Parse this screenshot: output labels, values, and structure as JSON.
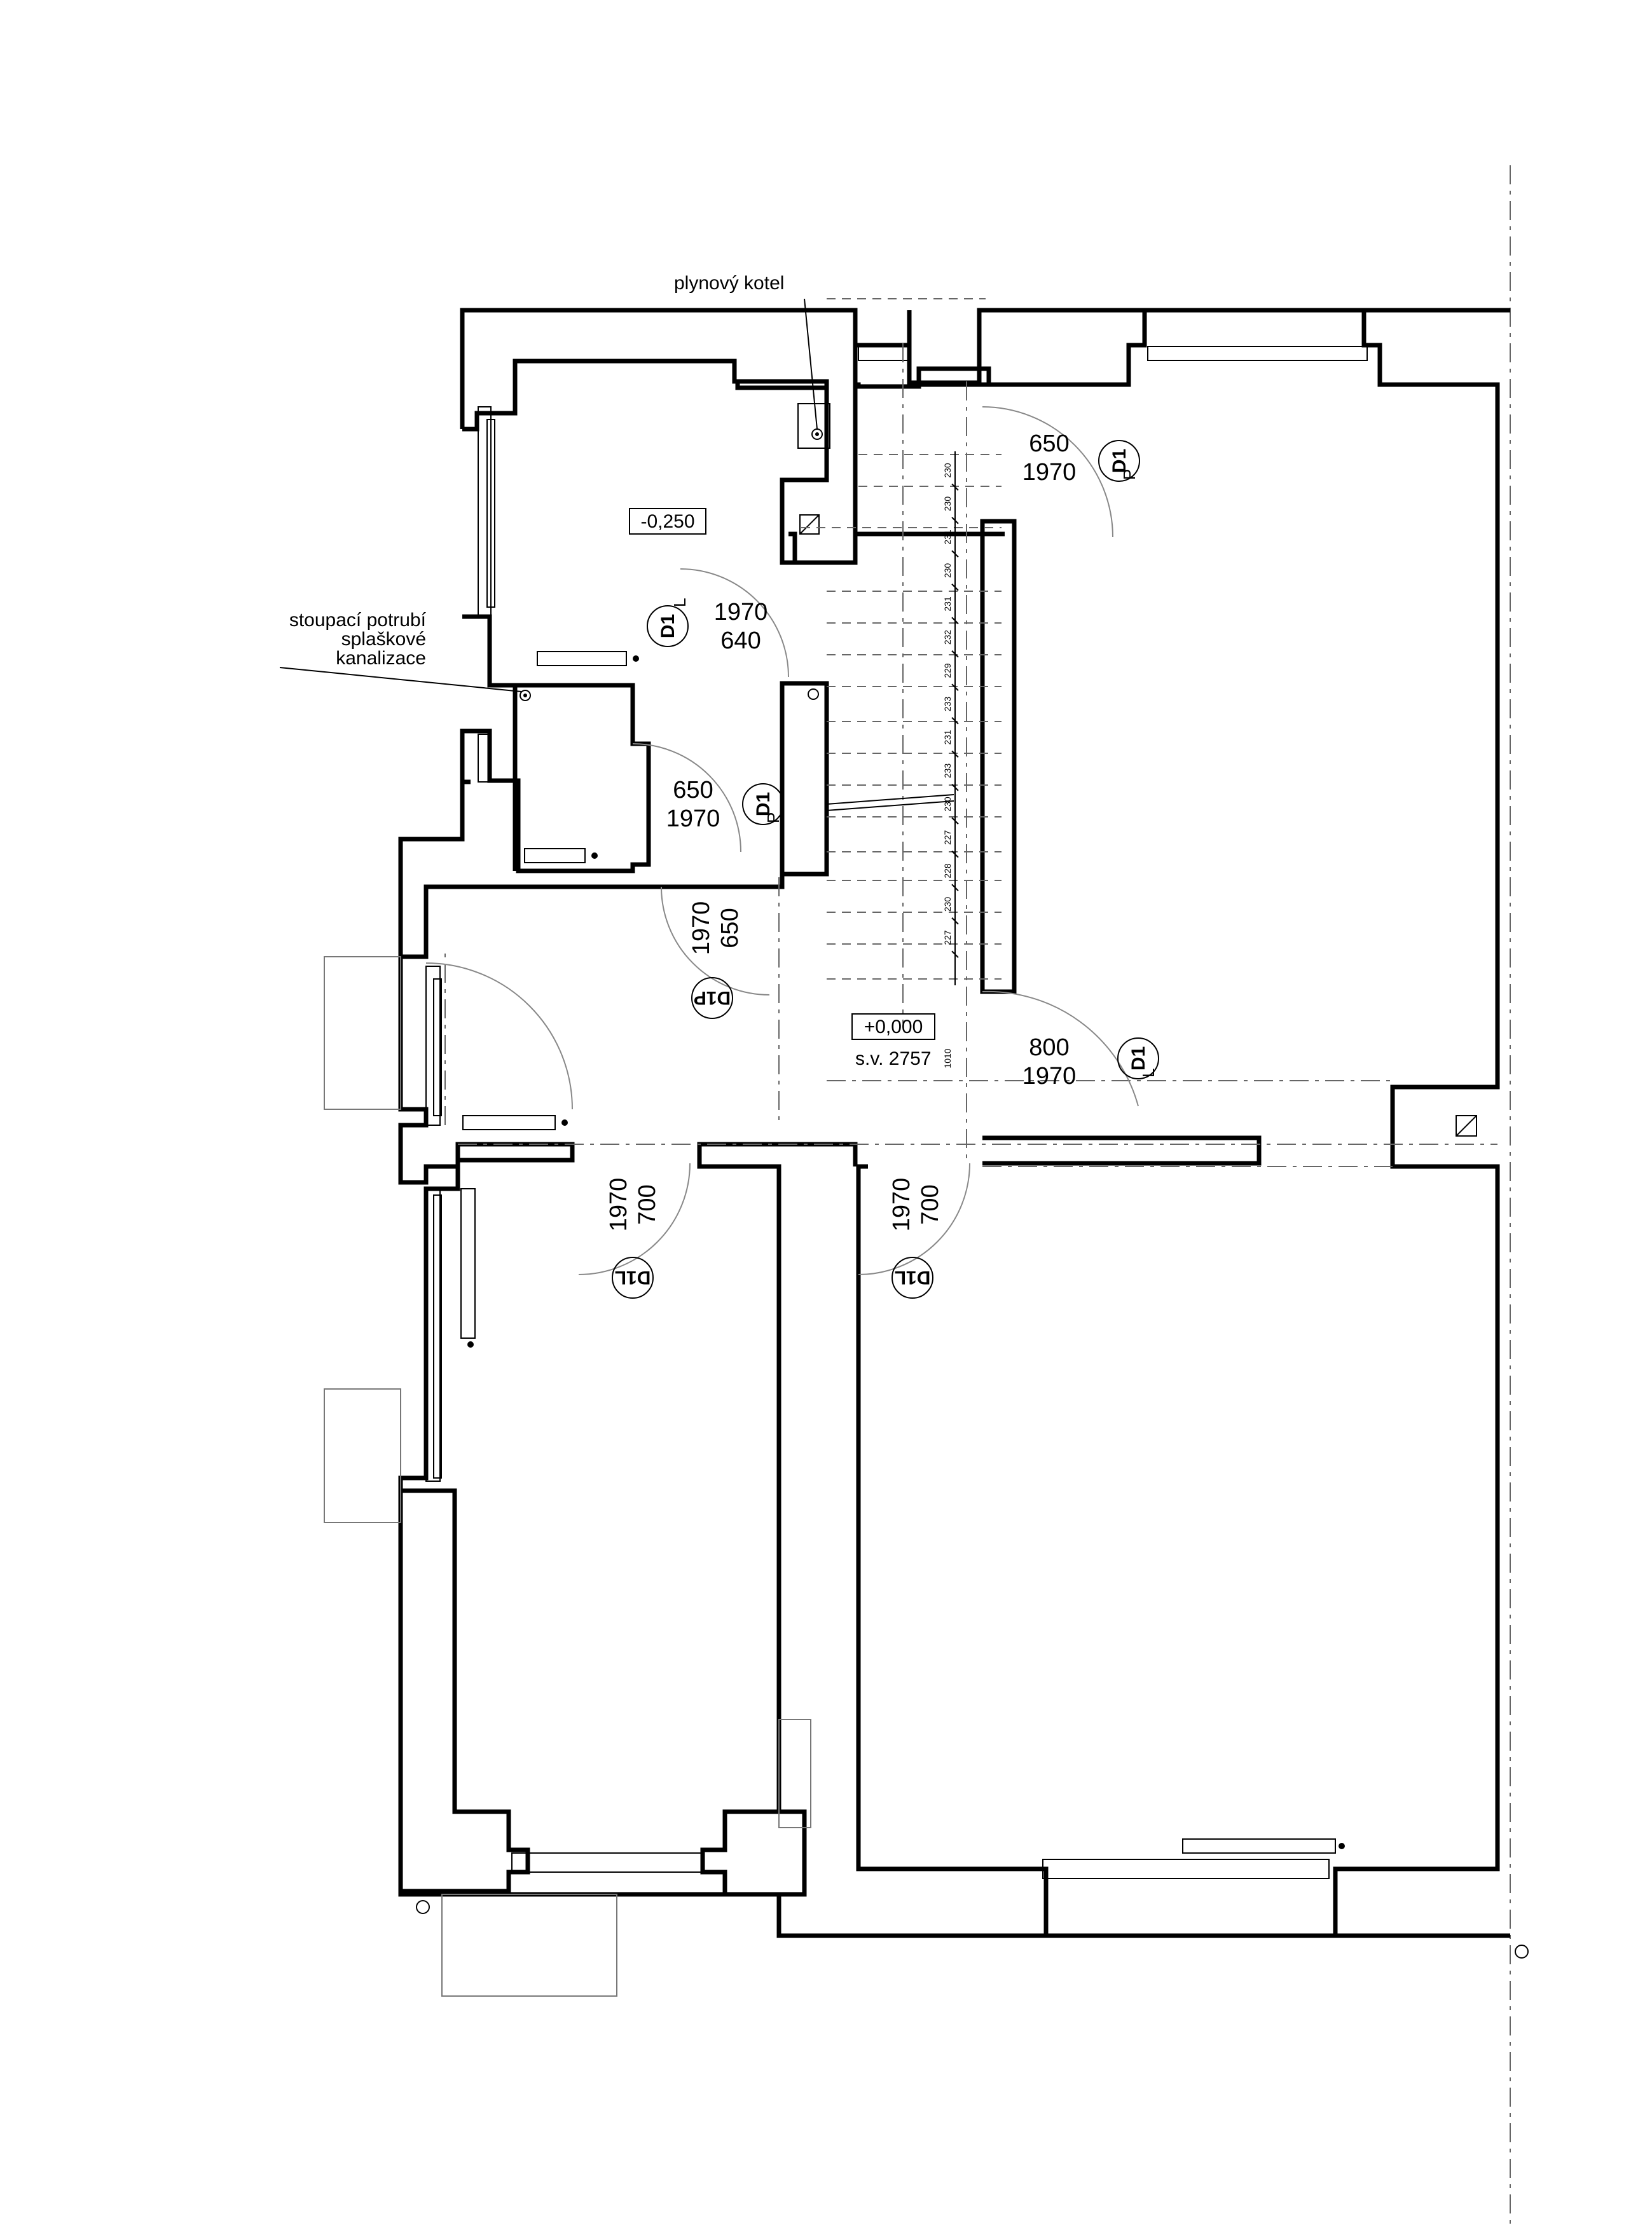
{
  "labels": {
    "boiler": "plynový kotel",
    "stack_line1": "stoupací potrubí",
    "stack_line2": "splaškové",
    "stack_line3": "kanalizace"
  },
  "levels": {
    "basement": "-0,250",
    "ground": "+0,000",
    "sea_level": "s.v. 2757"
  },
  "doors": {
    "d_top_right": {
      "code": "D1",
      "side": "P",
      "w": "650",
      "h": "1970"
    },
    "d_boiler": {
      "code": "D1",
      "side": "L",
      "w": "1970",
      "h": "640"
    },
    "d_wc": {
      "code": "D1",
      "side": "P",
      "w": "650",
      "h": "1970"
    },
    "d_hall_rot": {
      "code": "D1P",
      "w": "1970",
      "h": "650"
    },
    "d_stair": {
      "code": "D1",
      "side": "L",
      "w": "800",
      "h": "1970"
    },
    "d_left_room": {
      "code": "D1L",
      "w": "1970",
      "h": "700"
    },
    "d_right_room": {
      "code": "D1L",
      "w": "1970",
      "h": "700"
    }
  },
  "stairs": {
    "riser_heights": [
      "230",
      "230",
      "231",
      "230",
      "231",
      "232",
      "229",
      "233",
      "231",
      "233",
      "230",
      "227",
      "228",
      "230",
      "227"
    ],
    "landing": "1010"
  }
}
